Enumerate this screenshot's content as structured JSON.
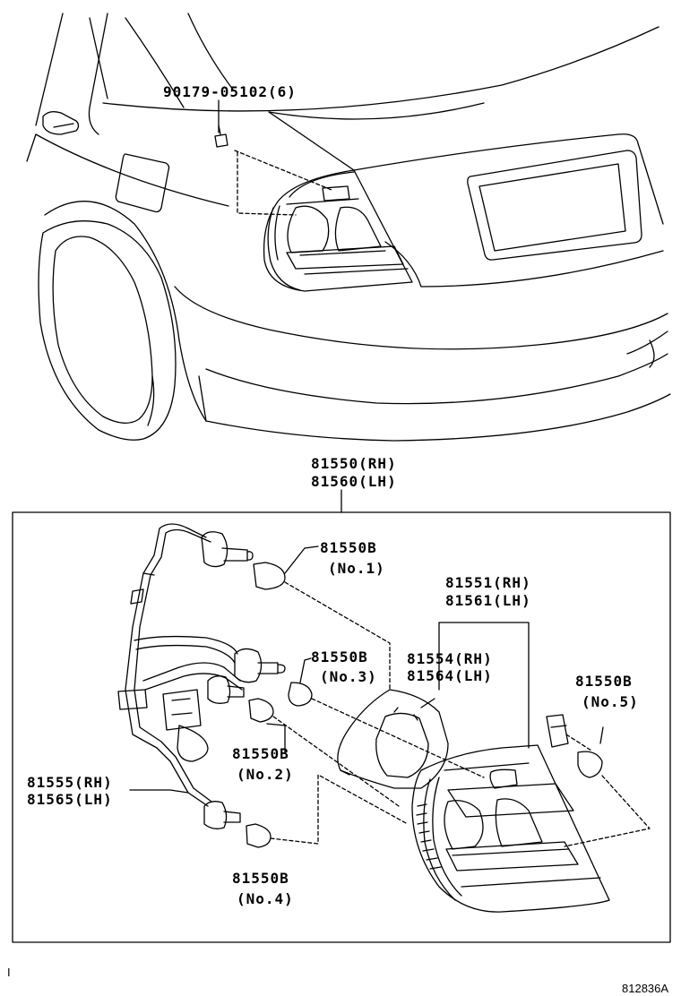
{
  "callouts": {
    "clip": {
      "number": "90179-05102(6)"
    },
    "lamp_assy": {
      "line1": "81550(RH)",
      "line2": "81560(LH)"
    },
    "bulb_no1": {
      "number": "81550B",
      "sub": "(No.1)"
    },
    "lens_body": {
      "line1": "81551(RH)",
      "line2": "81561(LH)"
    },
    "gasket": {
      "line1": "81554(RH)",
      "line2": "81564(LH)"
    },
    "bulb_no3": {
      "number": "81550B",
      "sub": "(No.3)"
    },
    "bulb_no5": {
      "number": "81550B",
      "sub": "(No.5)"
    },
    "bulb_no2": {
      "number": "81550B",
      "sub": "(No.2)"
    },
    "socket_wire": {
      "line1": "81555(RH)",
      "line2": "81565(LH)"
    },
    "bulb_no4": {
      "number": "81550B",
      "sub": "(No.4)"
    }
  },
  "footer": {
    "left_mark": "I",
    "diagram_id": "812836A"
  }
}
